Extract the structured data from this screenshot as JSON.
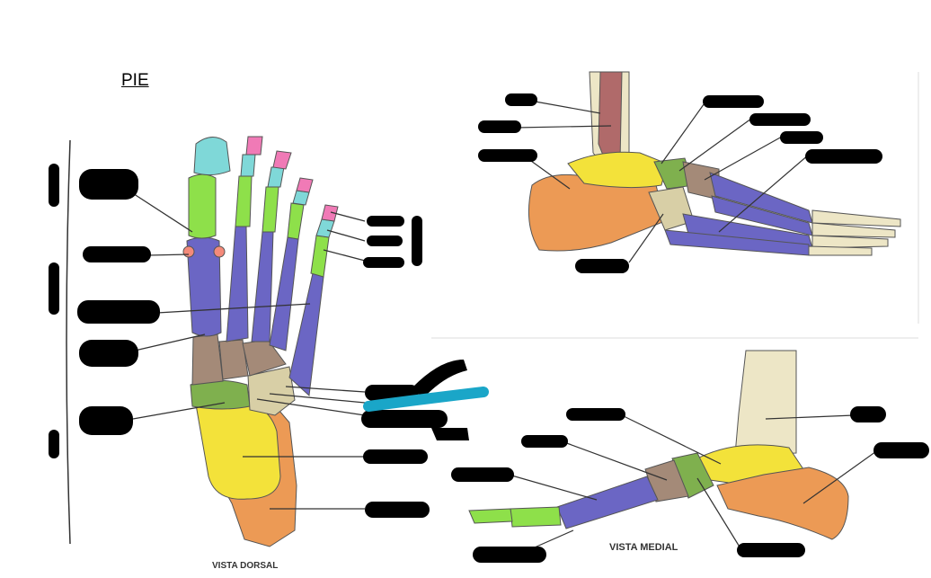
{
  "page": {
    "title": "PIE"
  },
  "views": {
    "dorsal": {
      "caption": "VISTA DORSAL"
    },
    "medial": {
      "caption": "VISTA MEDIAL"
    }
  },
  "colors": {
    "tibia": "#b06a6a",
    "fibula": "#ede6c6",
    "talus": "#f3e23a",
    "calcaneus": "#ec9a55",
    "navicular": "#7fb04e",
    "cuneiform": "#a48a78",
    "cuboid": "#d8cfa6",
    "metatarsal": "#6b66c4",
    "proximal_phalanx": "#8ee04a",
    "middle_phalanx": "#7fd8d8",
    "distal_phalanx": "#f07ab6",
    "sesamoid": "#f48a7a",
    "label_blank": "#000000",
    "highlight_stroke": "#1aa6c8"
  },
  "icons": {
    "brace": "curly-brace-bracket"
  }
}
